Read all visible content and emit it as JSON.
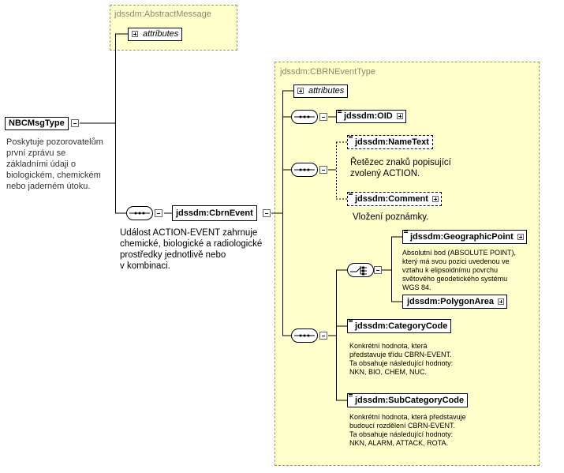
{
  "abstract_box": {
    "title": "jdssdm:AbstractMessage",
    "attributes_label": "attributes"
  },
  "cbrn_box": {
    "title": "jdssdm:CBRNEventType",
    "attributes_label": "attributes"
  },
  "root": {
    "name": "NBCMsgType",
    "description": [
      "Poskytuje pozorovatelům",
      "první zprávu se",
      "základními údaji o",
      "biologickém, chemickém",
      "nebo jaderném útoku."
    ]
  },
  "cbrn_event": {
    "name": "jdssdm:CbrnEvent",
    "description": [
      "Událost ACTION-EVENT zahrnuje",
      "chemické, biologické a radiologické",
      "prostředky jednotlivě nebo",
      "v kombinaci."
    ]
  },
  "oid": {
    "name": "jdssdm:OID"
  },
  "name_text": {
    "name": "jdssdm:NameText",
    "description": [
      "Řetězec znaků popisující",
      "zvolený ACTION."
    ]
  },
  "comment": {
    "name": "jdssdm:Comment",
    "description": [
      "Vložení poznámky."
    ]
  },
  "geographic_point": {
    "name": "jdssdm:GeographicPoint",
    "description": [
      "Absolutní bod (ABSOLUTE POINT),",
      "který má svou pozici uvedenou ve",
      "vztahu k elipsoidnímu povrchu",
      "světového geodetického systému",
      "WGS 84."
    ]
  },
  "polygon_area": {
    "name": "jdssdm:PolygonArea"
  },
  "category_code": {
    "name": "jdssdm:CategoryCode",
    "description": [
      "Konkrétní hodnota, která",
      "představuje třídu CBRN-EVENT.",
      "Ta obsahuje následující hodnoty:",
      "NKN, BIO, CHEM, NUC."
    ]
  },
  "subcategory_code": {
    "name": "jdssdm:SubCategoryCode",
    "description": [
      "Konkrétní hodnota, která představuje",
      "budoucí rozdělení CBRN-EVENT.",
      "Ta obsahuje následující hodnoty:",
      "NKN, ALARM, ATTACK, ROTA."
    ]
  }
}
